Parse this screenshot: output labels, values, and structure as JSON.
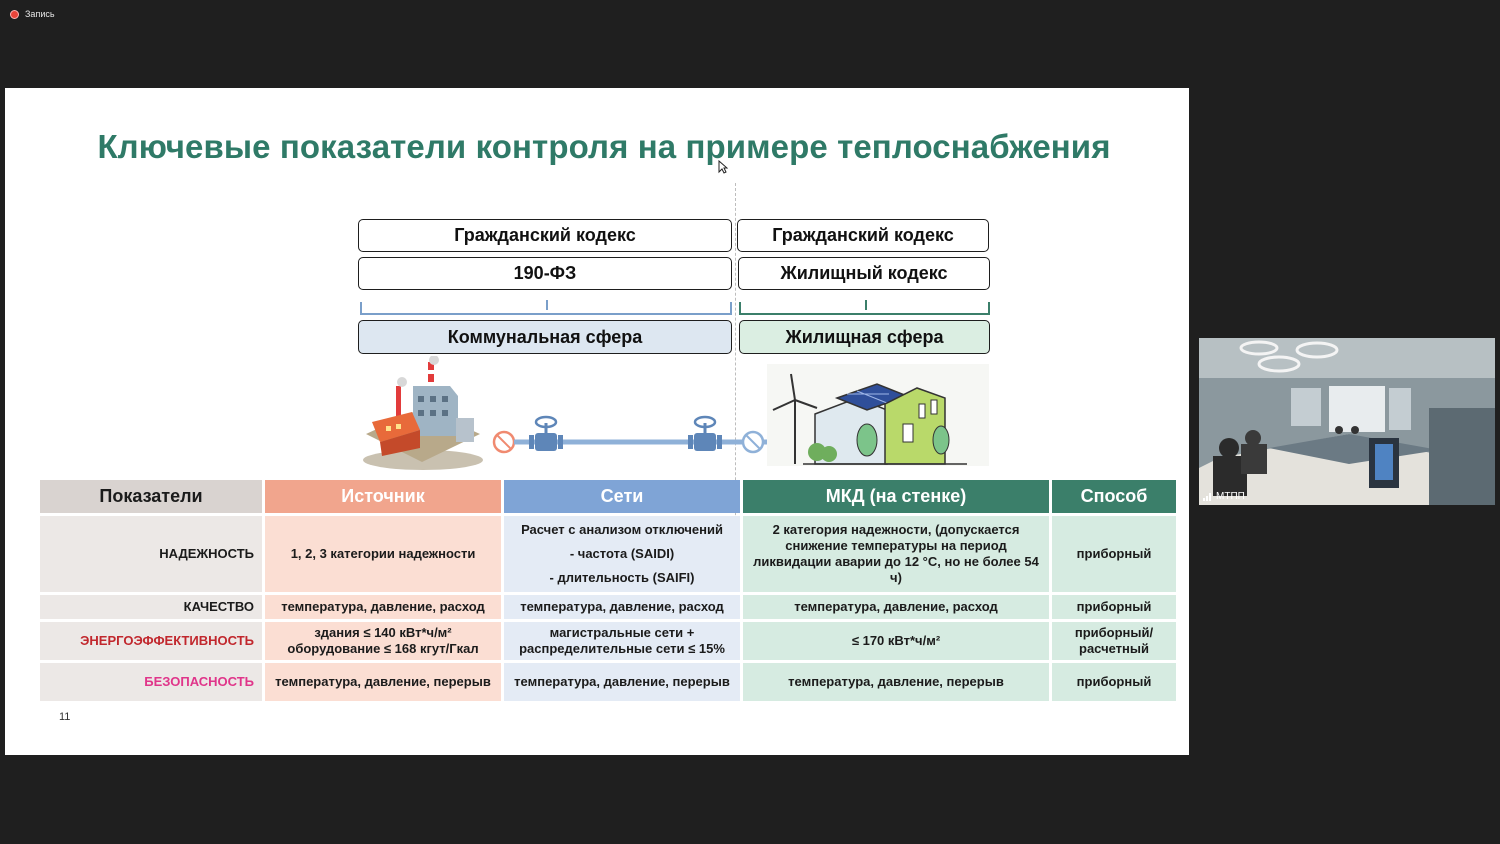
{
  "app": {
    "recording_label": "Запись"
  },
  "slide": {
    "title": "Ключевые показатели контроля на примере теплоснабжения",
    "page_number": "11",
    "left_column": {
      "box1": "Гражданский кодекс",
      "box2": "190-ФЗ",
      "sphere": "Коммунальная сфера"
    },
    "right_column": {
      "box1": "Гражданский кодекс",
      "box2": "Жилищный кодекс",
      "sphere": "Жилищная сфера"
    },
    "table": {
      "headers": [
        "Показатели",
        "Источник",
        "Сети",
        "МКД (на стенке)",
        "Способ"
      ],
      "rows": [
        {
          "label": "НАДЕЖНОСТЬ",
          "source": "1, 2, 3 категории надежности",
          "networks": [
            "Расчет с анализом отключений",
            "- частота (SAIDI)",
            "- длительность  (SAIFI)"
          ],
          "mkd": "2 категория надежности, (допускается снижение температуры на период ликвидации аварии до 12 °С, но не более 54 ч)",
          "method": "приборный"
        },
        {
          "label": "КАЧЕСТВО",
          "source": "температура, давление, расход",
          "networks": [
            "температура, давление, расход"
          ],
          "mkd": "температура, давление, расход",
          "method": "приборный"
        },
        {
          "label": "ЭНЕРГОЭФФЕКТИВНОСТЬ",
          "source": "здания ≤ 140 кВт*ч/м² оборудование ≤ 168 кгут/Гкал",
          "networks": [
            "магистральные сети + распределительные сети ≤ 15%"
          ],
          "mkd": "≤ 170 кВт*ч/м²",
          "method": "приборный/ расчетный"
        },
        {
          "label": "БЕЗОПАСНОСТЬ",
          "source": "температура, давление, перерыв",
          "networks": [
            "температура, давление, перерыв"
          ],
          "mkd": "температура, давление, перерыв",
          "method": "приборный"
        }
      ]
    }
  },
  "video": {
    "label": "МТПП"
  },
  "colors": {
    "title": "#2f7a67",
    "header_source": "#f1a58d",
    "header_networks": "#7fa4d6",
    "header_mkd": "#3b7f6a",
    "label_red": "#c1272d",
    "label_pink": "#e0358a"
  },
  "icons": [
    "record-icon",
    "factory-icon",
    "valve-icon",
    "pipe-arrow-icon",
    "wind-turbine-icon",
    "green-building-icon",
    "signal-icon",
    "mouse-cursor-icon"
  ]
}
